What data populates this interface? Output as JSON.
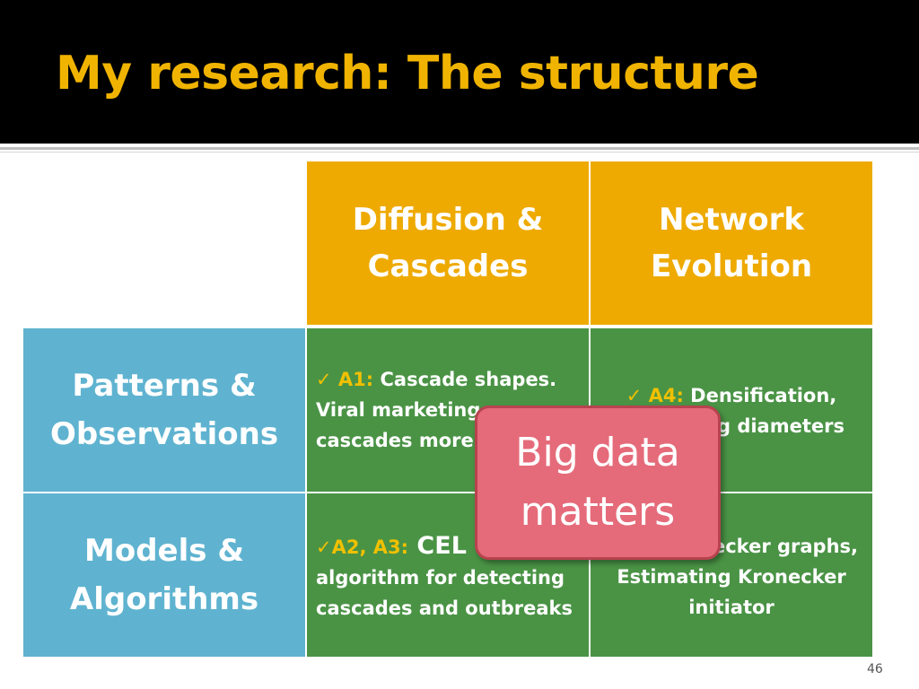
{
  "slide": {
    "title": "My research: The structure",
    "page_number": "46"
  },
  "columns": [
    {
      "line1": "Diffusion &",
      "line2": "Cascades"
    },
    {
      "line1": "Network",
      "line2": "Evolution"
    }
  ],
  "rows": [
    {
      "line1": "Patterns &",
      "line2": "Observations"
    },
    {
      "line1": "Models &",
      "line2": "Algorithms"
    }
  ],
  "cells": {
    "a1": {
      "check": "✓",
      "tag": "A1:",
      "line1": " Cascade shapes.",
      "line2": "Viral marketing",
      "line3": "cascades more"
    },
    "a4": {
      "check": "✓",
      "tag": "A4:",
      "line1": " Densification,",
      "line2": "g diameters"
    },
    "a2": {
      "check": "✓",
      "tag": "A2, A3:",
      "big": " CEL",
      "line2": "algorithm for detecting",
      "line3": "cascades and outbreaks"
    },
    "a5": {
      "line1": "ecker graphs,",
      "line2": "Estimating Kronecker",
      "line3": "initiator"
    }
  },
  "popup": {
    "line1": "Big data",
    "line2": "matters"
  },
  "colors": {
    "title": "#f0b400",
    "header": "#eeaa00",
    "side": "#5fb3d0",
    "green": "#4a9345",
    "popup": "#e56b7a"
  }
}
